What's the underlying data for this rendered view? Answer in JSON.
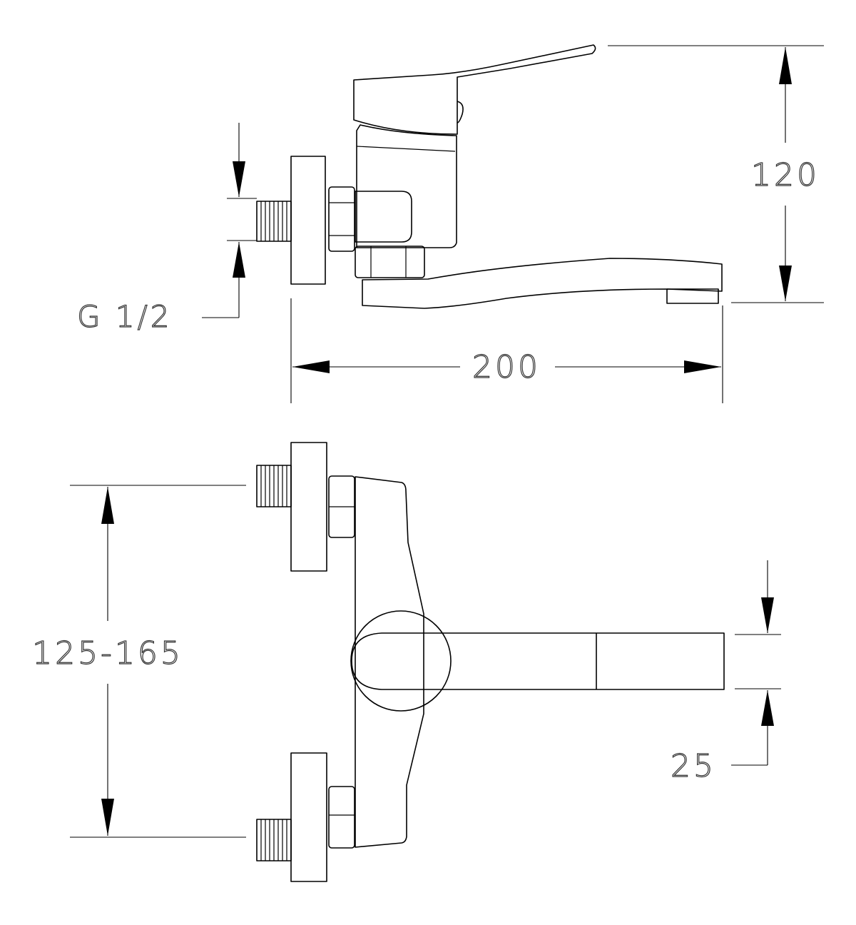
{
  "colors": {
    "background": "#ffffff",
    "line": "#000000",
    "label_stroke": "#333333"
  },
  "dimensions": {
    "height_top": "120",
    "thread": "G 1/2",
    "length": "200",
    "center_distance": "125-165",
    "spout_height": "25"
  }
}
